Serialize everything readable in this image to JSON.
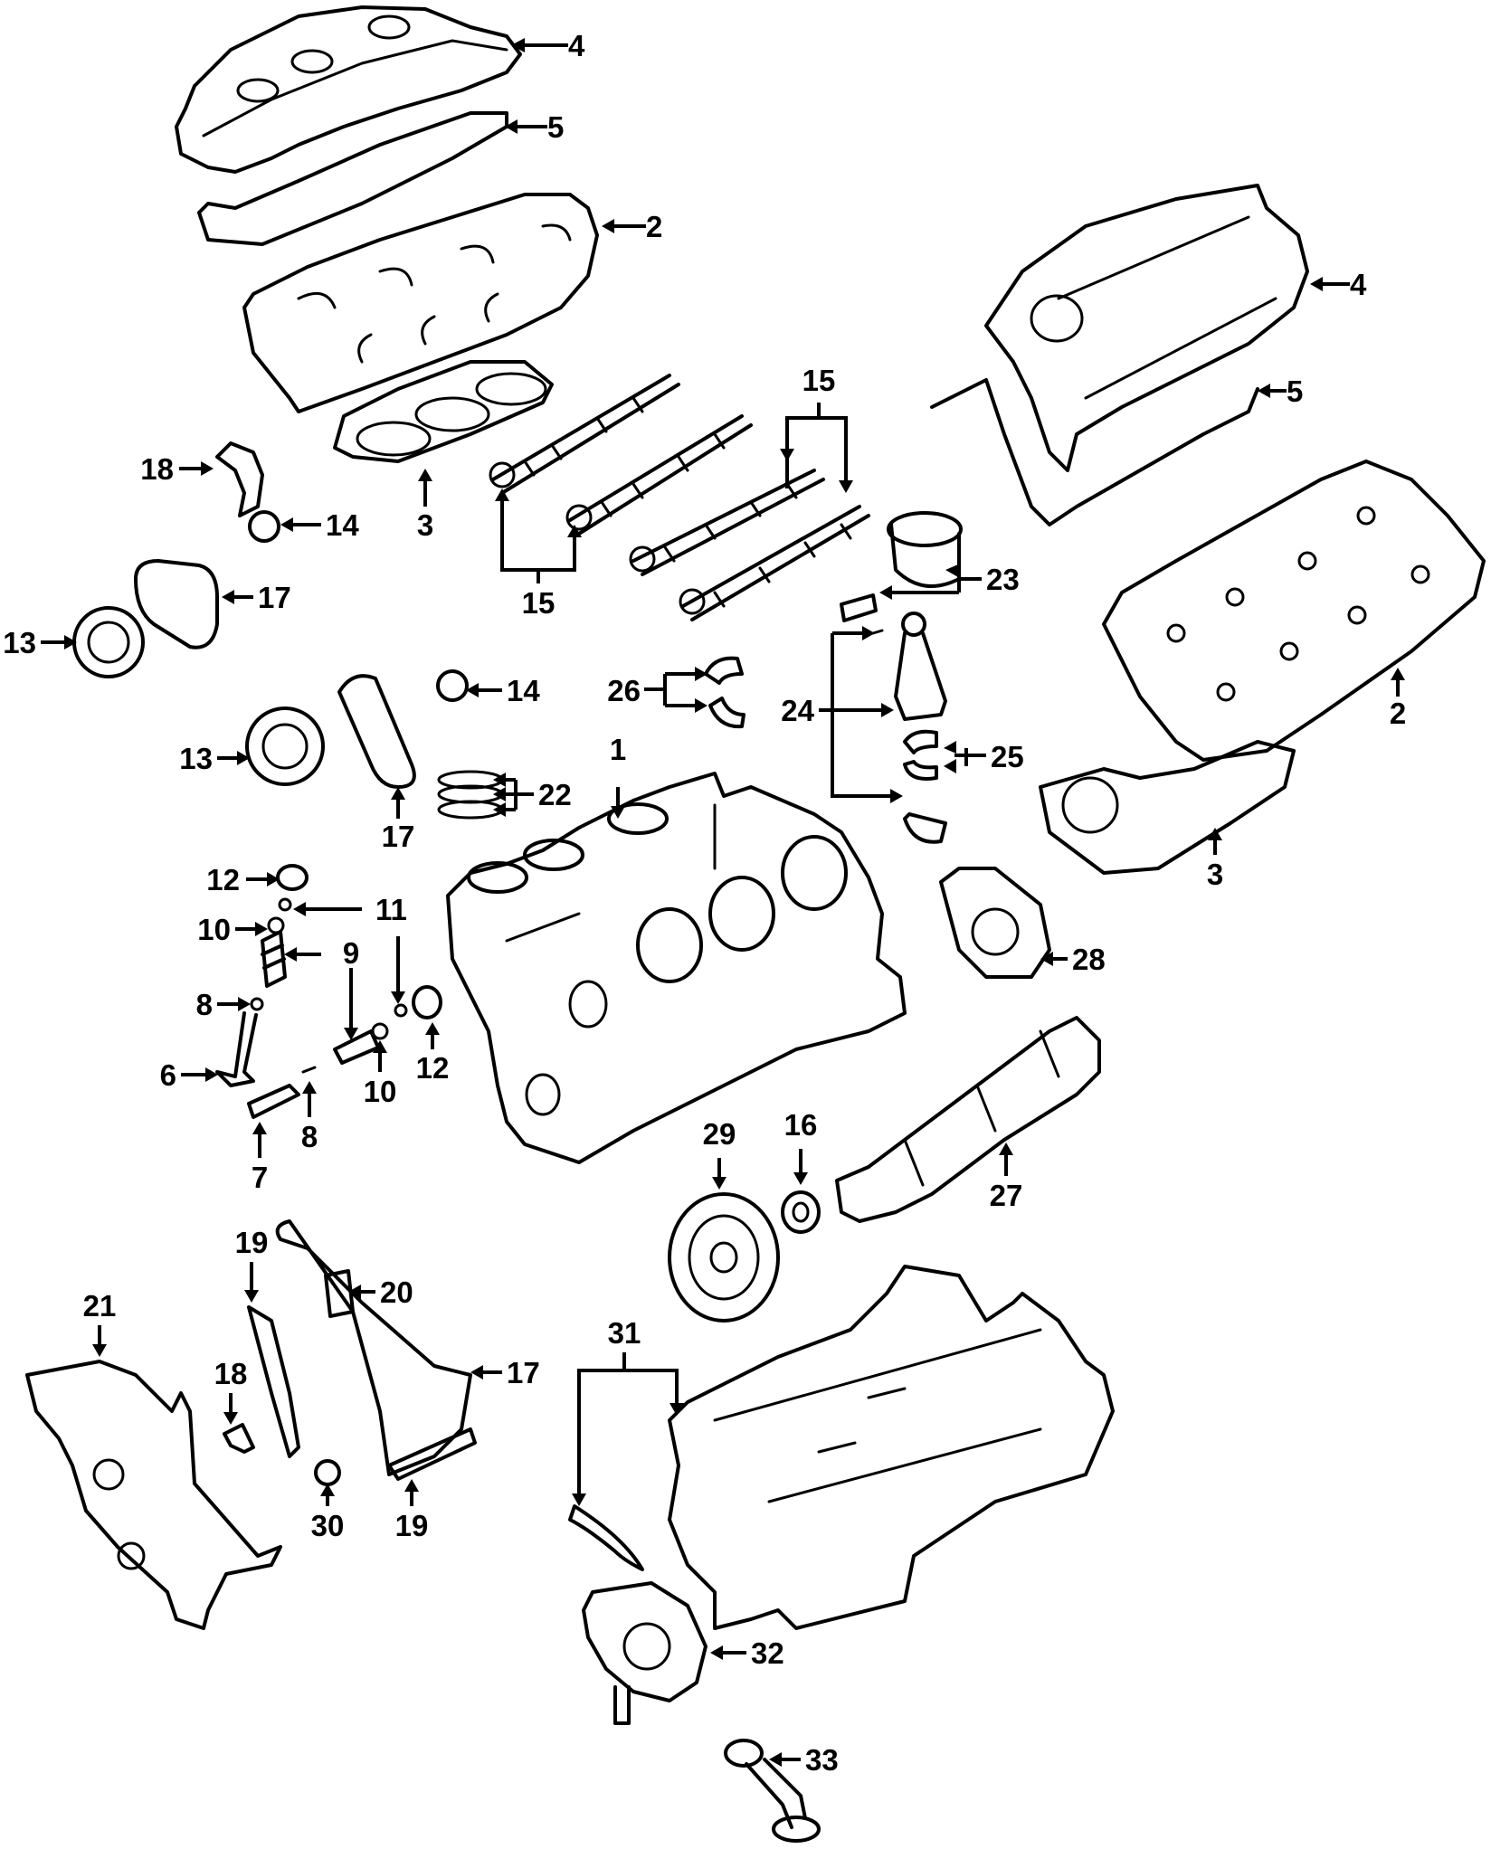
{
  "callouts": {
    "c4a": "4",
    "c5a": "5",
    "c2a": "2",
    "c4b": "4",
    "c5b": "5",
    "c15a": "15",
    "c18a": "18",
    "c3a": "3",
    "c14a": "14",
    "c15b": "15",
    "c23": "23",
    "c17a": "17",
    "c13a": "13",
    "c14b": "14",
    "c26": "26",
    "c24": "24",
    "c2b": "2",
    "c13b": "13",
    "c25": "25",
    "c22": "22",
    "c1": "1",
    "c17b": "17",
    "c3b": "3",
    "c12a": "12",
    "c11": "11",
    "c10a": "10",
    "c9": "9",
    "c28": "28",
    "c8a": "8",
    "c12b": "12",
    "c6": "6",
    "c10b": "10",
    "c8b": "8",
    "c7": "7",
    "c29": "29",
    "c16": "16",
    "c27": "27",
    "c19a": "19",
    "c20": "20",
    "c21": "21",
    "c31": "31",
    "c18b": "18",
    "c17c": "17",
    "c30": "30",
    "c19b": "19",
    "c32": "32",
    "c33": "33"
  }
}
